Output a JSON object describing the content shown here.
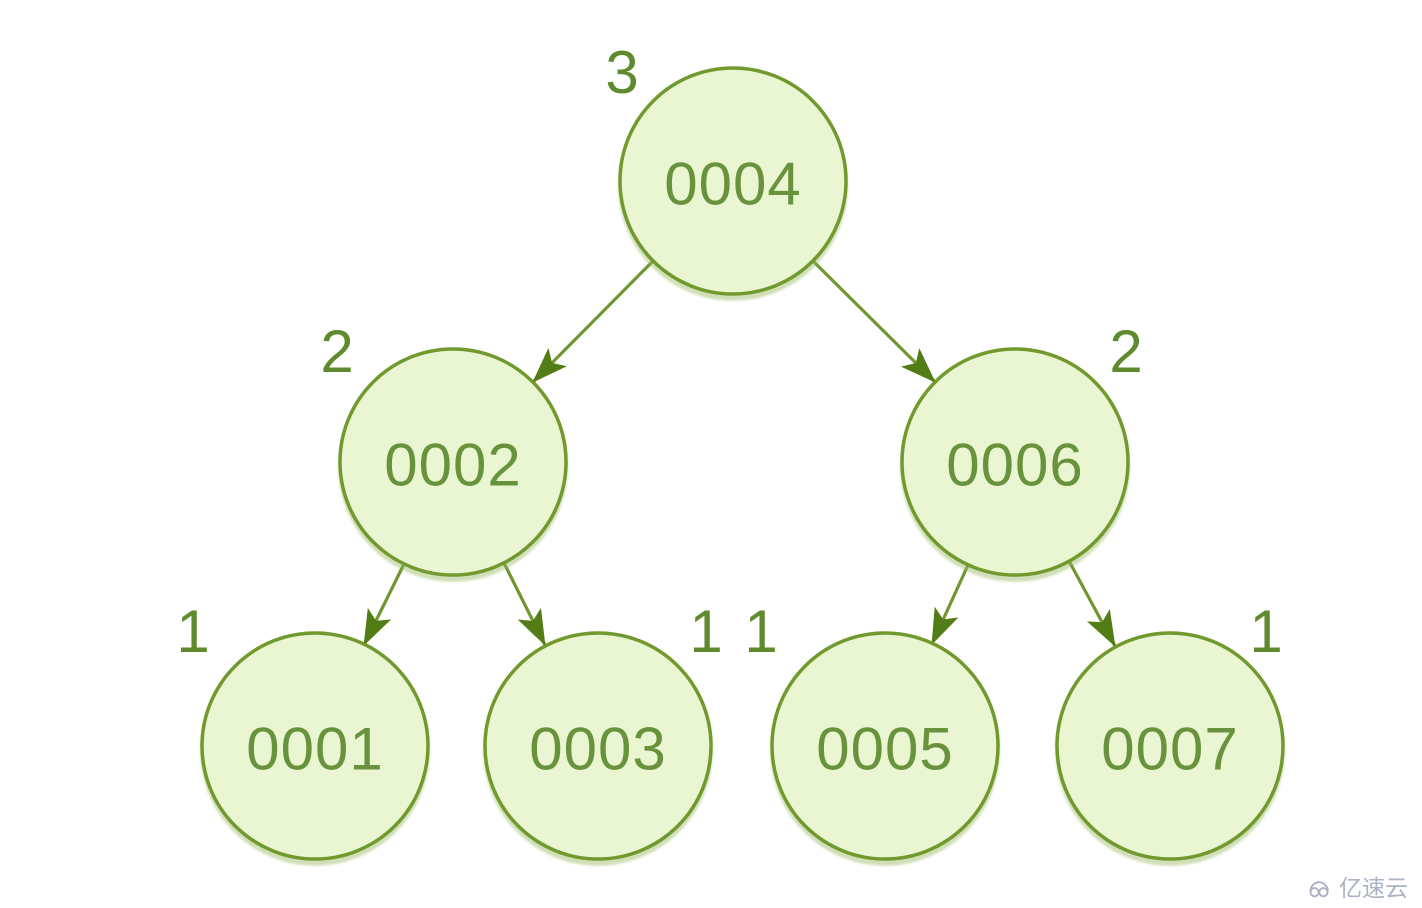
{
  "diagram": {
    "type": "binary-tree",
    "description": "Balanced binary search tree with node heights annotated beside each circle",
    "nodes": [
      {
        "value": "0004",
        "height_label": "3",
        "level": 1
      },
      {
        "value": "0002",
        "height_label": "2",
        "level": 2
      },
      {
        "value": "0006",
        "height_label": "2",
        "level": 2
      },
      {
        "value": "0001",
        "height_label": "1",
        "level": 3
      },
      {
        "value": "0003",
        "height_label": "1",
        "level": 3
      },
      {
        "value": "0005",
        "height_label": "1",
        "level": 3
      },
      {
        "value": "0007",
        "height_label": "1",
        "level": 3
      }
    ],
    "edges": [
      {
        "from": "0004",
        "to": "0002"
      },
      {
        "from": "0004",
        "to": "0006"
      },
      {
        "from": "0002",
        "to": "0001"
      },
      {
        "from": "0002",
        "to": "0003"
      },
      {
        "from": "0006",
        "to": "0005"
      },
      {
        "from": "0006",
        "to": "0007"
      }
    ],
    "colors": {
      "node_fill": "#e9f6d1",
      "node_border": "#71992e",
      "node_text": "#68923b",
      "label_text": "#5f8a2d",
      "edge_line": "#6f9730",
      "arrowhead": "#527c15",
      "watermark": "#aab3c4"
    }
  },
  "watermark": {
    "text": "亿速云",
    "icon": "yisu-cloud-logo"
  }
}
